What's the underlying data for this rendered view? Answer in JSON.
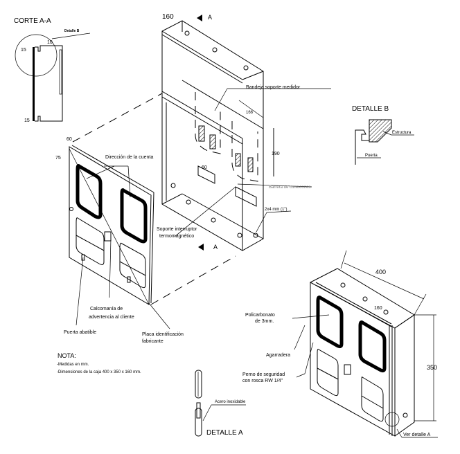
{
  "section": {
    "title": "CORTE A-A",
    "detail_ref": "Detalle B",
    "dim_top": "15",
    "dim_gap": "10",
    "dim_bottom": "15"
  },
  "exploded": {
    "depth_dim": "160",
    "section_marker_top": "A",
    "section_marker_bottom": "A",
    "tray_label": "Bandeja soporte medidor",
    "dim_166": "166",
    "dim_190": "190",
    "dim_60_inner": "60",
    "barrier_label": "Barrera de conexiones",
    "hole_label": "2x4 mm (1\")",
    "breaker_label_1": "Soporte interruptor",
    "breaker_label_2": "termomagnético",
    "direction_label": "Dirección de la cuenta",
    "door_dim_60": "60",
    "door_dim_75": "75",
    "decal_label_1": "Calcomanía de",
    "decal_label_2": "advertencia al cliente",
    "door_label": "Puerta abatible",
    "plate_label_1": "Placa identificación",
    "plate_label_2": "fabricante"
  },
  "note": {
    "title": "NOTA:",
    "lines": [
      "-Medidas en mm.",
      "-Dimensiones de la caja 400 x 350 x 160 mm."
    ]
  },
  "detail_a": {
    "title": "DETALLE A",
    "material": "Acero inoxidable"
  },
  "detail_b": {
    "title": "DETALLE B",
    "structure": "Estructura",
    "door": "Puerta"
  },
  "assembled": {
    "width_dim": "400",
    "height_dim": "350",
    "depth_dim": "160",
    "polycarbonate_1": "Policarbonato",
    "polycarbonate_2": "de 3mm.",
    "handle_label": "Agarradera",
    "bolt_label_1": "Perno de seguridad",
    "bolt_label_2": "con rosca RW 1/4\"",
    "see_detail": "Ver detalle A"
  }
}
